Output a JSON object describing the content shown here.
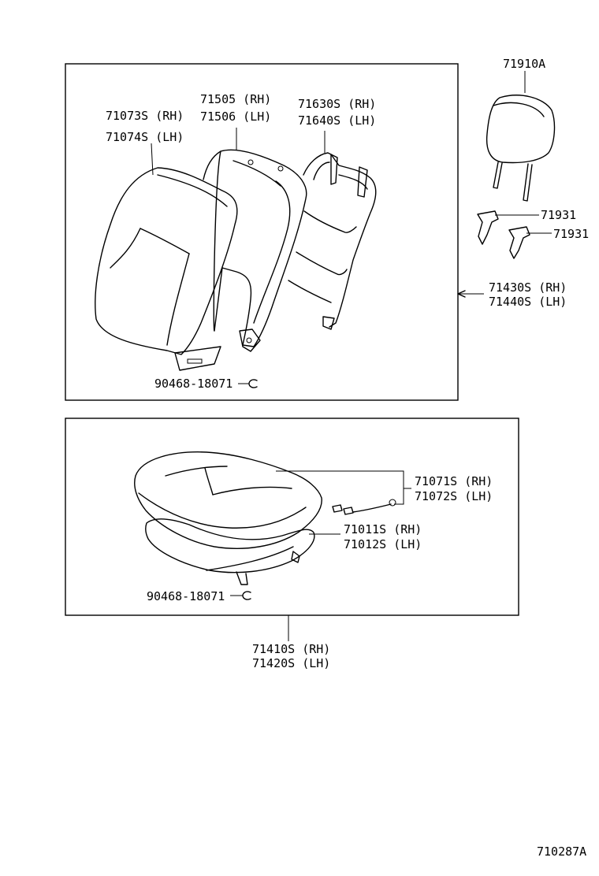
{
  "backrest": {
    "headrest": "71910A",
    "headrest_support_1": "71931",
    "headrest_support_2": "71931",
    "cover_rh": "71073S (RH)",
    "cover_lh": "71074S (LH)",
    "pad_rh": "71505 (RH)",
    "pad_lh": "71506 (LH)",
    "frame_rh": "71630S (RH)",
    "frame_lh": "71640S (LH)",
    "assembly_rh": "71430S (RH)",
    "assembly_lh": "71440S (LH)",
    "hog_ring": "90468-18071"
  },
  "cushion": {
    "cover_rh": "71071S (RH)",
    "cover_lh": "71072S (LH)",
    "pad_rh": "71011S (RH)",
    "pad_lh": "71012S (LH)",
    "hog_ring": "90468-18071",
    "assembly_rh": "71410S (RH)",
    "assembly_lh": "71420S (LH)"
  },
  "figure_code": "710287A"
}
